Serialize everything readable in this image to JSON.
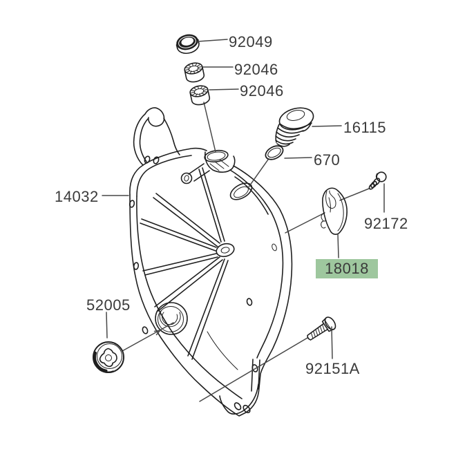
{
  "diagram": {
    "background_color": "#ffffff",
    "line_color": "#1f1f1f",
    "leader_color": "#474747",
    "label_color": "#3a3a3a",
    "highlight_color": "#9ec79e"
  },
  "parts": [
    {
      "label": "92049",
      "drawing": "oil-seal",
      "highlighted": false
    },
    {
      "label": "92046",
      "drawing": "needle-bearing",
      "highlighted": false
    },
    {
      "label": "92046",
      "drawing": "needle-bearing",
      "highlighted": false
    },
    {
      "label": "16115",
      "drawing": "oil-filler-cap",
      "highlighted": false
    },
    {
      "label": "670",
      "drawing": "o-ring",
      "highlighted": false
    },
    {
      "label": "14032",
      "drawing": "clutch-cover",
      "highlighted": false
    },
    {
      "label": "92172",
      "drawing": "screw",
      "highlighted": false
    },
    {
      "label": "18018",
      "drawing": "plate-bracket",
      "highlighted": true
    },
    {
      "label": "52005",
      "drawing": "oil-level-gauge",
      "highlighted": false
    },
    {
      "label": "92151A",
      "drawing": "flange-bolt",
      "highlighted": false
    }
  ]
}
